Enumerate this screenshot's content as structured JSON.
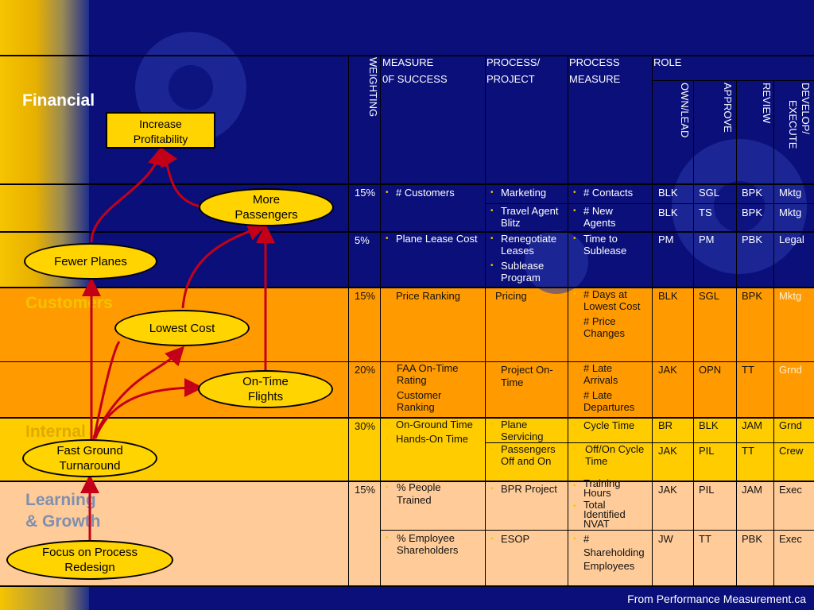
{
  "sections": {
    "financial": "Financial",
    "customers": "Customers",
    "internal": "Internal",
    "learning_line1": "Learning",
    "learning_line2": "& Growth"
  },
  "headers": {
    "weighting": "WEIGHTING",
    "measure_line1": "MEASURE",
    "measure_line2": "0F SUCCESS",
    "process_project_line1": "PROCESS/",
    "process_project_line2": "PROJECT",
    "process_measure_line1": "PROCESS",
    "process_measure_line2": "MEASURE",
    "role": "ROLE",
    "own_lead": "OWN/LEAD",
    "approve": "APPROVE",
    "review": "REVIEW",
    "develop_line1": "DEVELOP/",
    "develop_line2": "EXECUTE"
  },
  "rows": {
    "r1": {
      "weight": "15%",
      "measure": "# Customers",
      "process": "Marketing",
      "pmeasure": "# Contacts",
      "own": "BLK",
      "approve": "SGL",
      "review": "BPK",
      "develop": "Mktg"
    },
    "r2": {
      "process_l1": "Travel Agent",
      "process_l2": "Blitz",
      "pmeasure_l1": "# New",
      "pmeasure_l2": "Agents",
      "own": "BLK",
      "approve": "TS",
      "review": "BPK",
      "develop": "Mktg"
    },
    "r3": {
      "weight": "5%",
      "measure": "Plane Lease Cost",
      "process_a_l1": "Renegotiate",
      "process_a_l2": "Leases",
      "process_b_l1": "Sublease",
      "process_b_l2": "Program",
      "pmeasure_l1": "Time to",
      "pmeasure_l2": "Sublease",
      "own": "PM",
      "approve": "PM",
      "review": "PBK",
      "develop": "Legal"
    },
    "r4": {
      "weight": "15%",
      "measure": "Price Ranking",
      "process": "Pricing",
      "pmeasure_a_l1": "# Days at",
      "pmeasure_a_l2": "Lowest Cost",
      "pmeasure_b_l1": "# Price",
      "pmeasure_b_l2": "Changes",
      "own": "BLK",
      "approve": "SGL",
      "review": "BPK",
      "develop": "Mktg"
    },
    "r5": {
      "weight": "20%",
      "measure_a_l1": "FAA On-Time",
      "measure_a_l2": "Rating",
      "measure_b_l1": "Customer",
      "measure_b_l2": "Ranking",
      "process_l1": "Project On-",
      "process_l2": "Time",
      "pmeasure_a_l1": "# Late",
      "pmeasure_a_l2": "Arrivals",
      "pmeasure_b_l1": "# Late",
      "pmeasure_b_l2": "Departures",
      "own": "JAK",
      "approve": "OPN",
      "review": "TT",
      "develop": "Grnd"
    },
    "r6": {
      "weight": "30%",
      "measure_a": "On-Ground Time",
      "measure_b": "Hands-On Time",
      "process_l1": "Plane",
      "process_l2": "Servicing",
      "pmeasure": "Cycle Time",
      "own": "BR",
      "approve": "BLK",
      "review": "JAM",
      "develop": "Grnd"
    },
    "r7": {
      "process_l1": "Passengers",
      "process_l2": "Off and On",
      "pmeasure_l1": "Off/On Cycle",
      "pmeasure_l2": "Time",
      "own": "JAK",
      "approve": "PIL",
      "review": "TT",
      "develop": "Crew"
    },
    "r8": {
      "weight": "15%",
      "measure_l1": "% People",
      "measure_l2": "Trained",
      "process": "BPR Project",
      "pmeasure_a_l1": "Training",
      "pmeasure_a_l2": "Hours",
      "pmeasure_b_l1": "Total",
      "pmeasure_b_l2": "Identified",
      "pmeasure_b_l3": "NVAT",
      "own": "JAK",
      "approve": "PIL",
      "review": "JAM",
      "develop": "Exec"
    },
    "r9": {
      "measure_l1": "% Employee",
      "measure_l2": "Shareholders",
      "process": "ESOP",
      "pmeasure_l1": "#",
      "pmeasure_l2": "Shareholding",
      "pmeasure_l3": "Employees",
      "own": "JW",
      "approve": "TT",
      "review": "PBK",
      "develop": "Exec"
    }
  },
  "nodes": {
    "increase_l1": "Increase",
    "increase_l2": "Profitability",
    "more_l1": "More",
    "more_l2": "Passengers",
    "fewer": "Fewer Planes",
    "lowest": "Lowest Cost",
    "ontime_l1": "On-Time",
    "ontime_l2": "Flights",
    "fast_l1": "Fast Ground",
    "fast_l2": "Turnaround",
    "focus_l1": "Focus on Process",
    "focus_l2": "Redesign"
  },
  "footer": "From Performance Measurement.ca",
  "colors": {
    "navy": "#0a0f7a",
    "orange": "#ff9a00",
    "yellow": "#ffcc00",
    "peach": "#ffcc99",
    "arrow": "#c40018",
    "node": "#ffd400"
  }
}
